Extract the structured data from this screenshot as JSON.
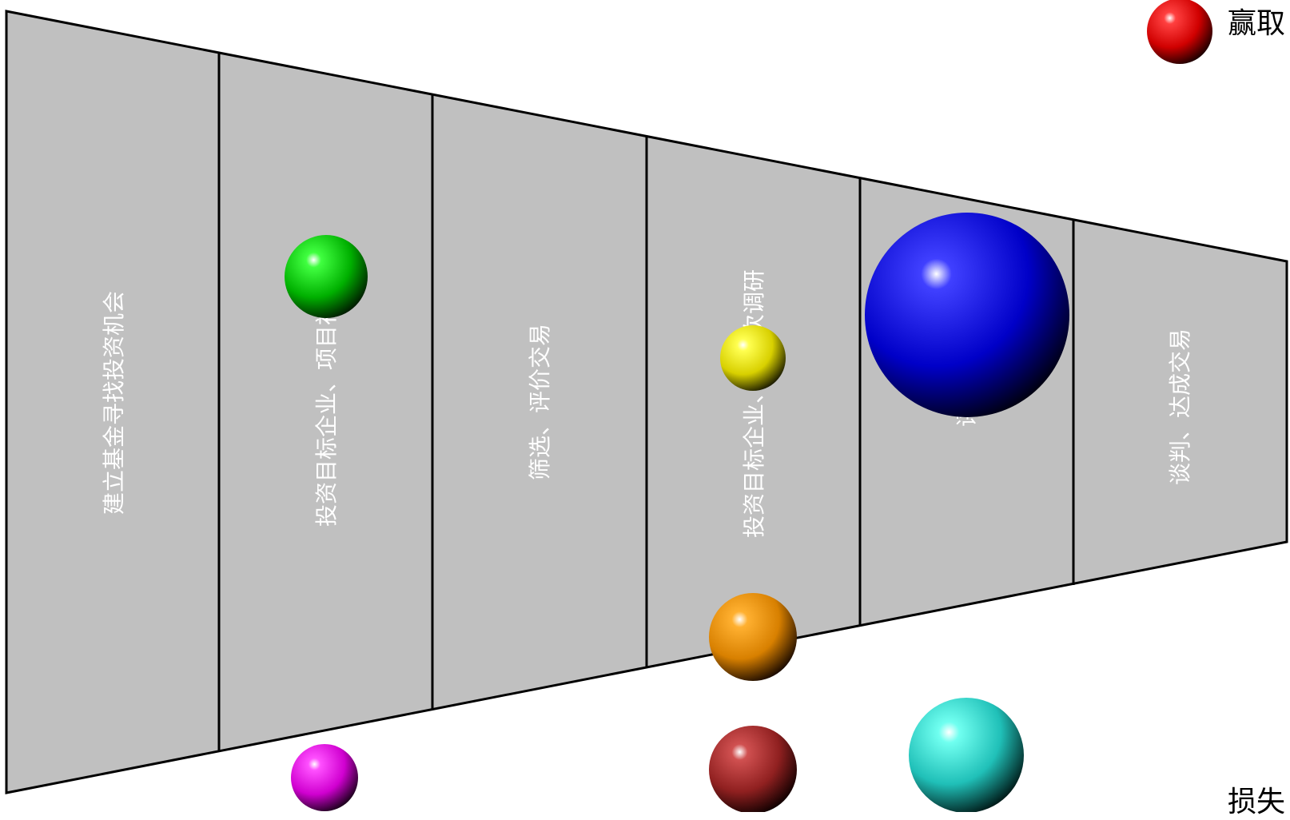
{
  "funnel": {
    "stages": [
      {
        "label": "建立基金寻找投资机会"
      },
      {
        "label": "投资目标企业、项目初期"
      },
      {
        "label": "筛选、评价交易"
      },
      {
        "label": "投资目标企业、深入次调研"
      },
      {
        "label": "评"
      },
      {
        "label": "谈判、达成交易"
      }
    ],
    "fill_color": "#c0c0c0",
    "border_color": "#000000",
    "label_color": "#ffffff"
  },
  "outcomes": {
    "top_label": "赢取",
    "bottom_label": "损失"
  },
  "spheres": [
    {
      "name": "red-sphere",
      "color": "#e00000"
    },
    {
      "name": "green-sphere",
      "color": "#00c000"
    },
    {
      "name": "yellow-sphere",
      "color": "#e8e000"
    },
    {
      "name": "blue-sphere",
      "color": "#0000d8"
    },
    {
      "name": "orange-sphere",
      "color": "#e89000"
    },
    {
      "name": "magenta-sphere",
      "color": "#e000e0"
    },
    {
      "name": "brown-sphere",
      "color": "#a02020"
    },
    {
      "name": "cyan-sphere",
      "color": "#30d0c8"
    }
  ]
}
